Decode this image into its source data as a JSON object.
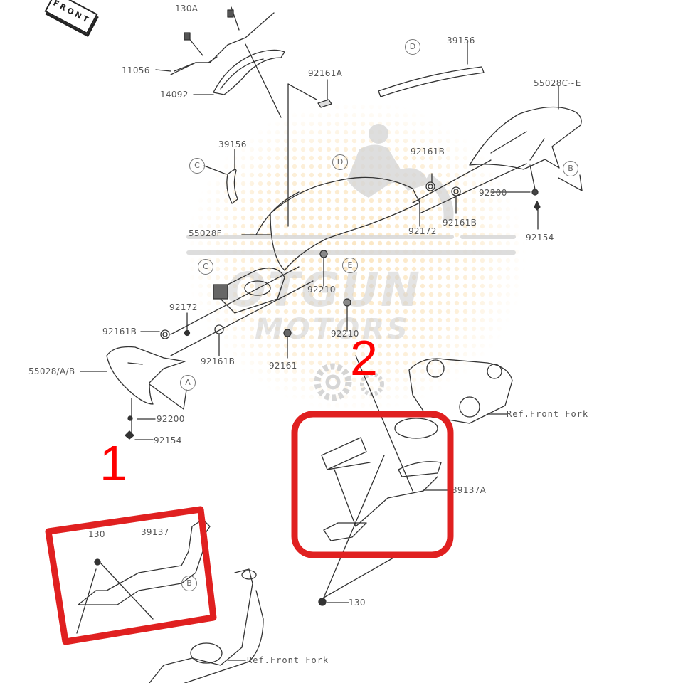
{
  "diagram": {
    "type": "exploded-parts-diagram",
    "orientation_tag": "FRONT",
    "watermark": {
      "line1": "OTGUN",
      "line2": "MOTORS",
      "colors": {
        "text": "#cfcfcf",
        "dots": "#fbe9c8"
      }
    },
    "callout_numbers": [
      {
        "id": "1",
        "color": "#ff0000"
      },
      {
        "id": "2",
        "color": "#ff0000"
      }
    ],
    "highlight_boxes": [
      {
        "label_ref": "1",
        "color": "#e02020"
      },
      {
        "label_ref": "2",
        "color": "#e02020"
      }
    ],
    "part_labels": {
      "p130a": "130A",
      "p11056": "11056",
      "p14092": "14092",
      "p92161a": "92161A",
      "p39156_top": "39156",
      "p55028ce": "55028C~E",
      "p39156_left": "39156",
      "p92161b_1": "92161B",
      "p92200_right": "92200",
      "p92154_right": "92154",
      "p92172_right": "92172",
      "p92161b_2": "92161B",
      "p55028f": "55028F",
      "p92210_1": "92210",
      "p92210_2": "92210",
      "p92172_left": "92172",
      "p92161b_left": "92161B",
      "p92161b_mid": "92161B",
      "p92161": "92161",
      "p55028ab": "55028/A/B",
      "p92200_left": "92200",
      "p92154_left": "92154",
      "p130_box1": "130",
      "p39137": "39137",
      "p39137a": "39137A",
      "p130_bottom": "130",
      "ref_front_fork_1": "Ref.Front Fork",
      "ref_front_fork_2": "Ref.Front Fork"
    },
    "reference_circles": {
      "c_left": "C",
      "c_mid_left": "C",
      "d_top": "D",
      "d_mid": "D",
      "b_right": "B",
      "e_mid": "E",
      "a_left": "A",
      "b_box1": "B"
    }
  }
}
